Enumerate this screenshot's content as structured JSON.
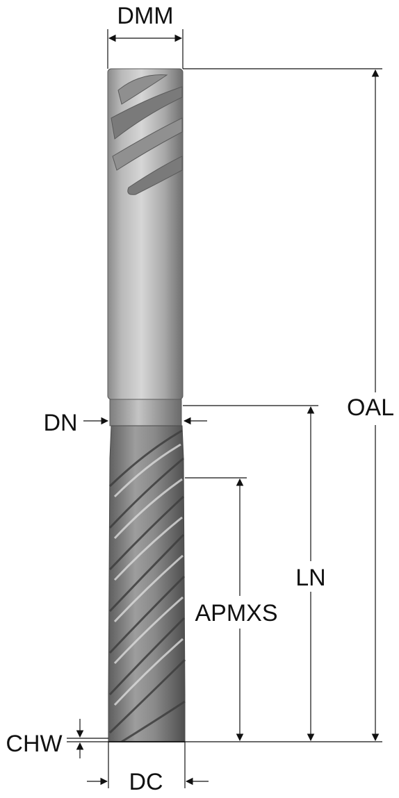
{
  "labels": {
    "dmm": "DMM",
    "oal": "OAL",
    "dn": "DN",
    "ln": "LN",
    "apmxs": "APMXS",
    "chw": "CHW",
    "dc": "DC"
  },
  "colors": {
    "line": "#111111",
    "shank_light": "#c9c9c9",
    "shank_mid": "#a7a7a7",
    "shank_dark": "#6e6e6e",
    "flute_dark": "#4a4a4a",
    "flute_light": "#d8d8d8"
  }
}
